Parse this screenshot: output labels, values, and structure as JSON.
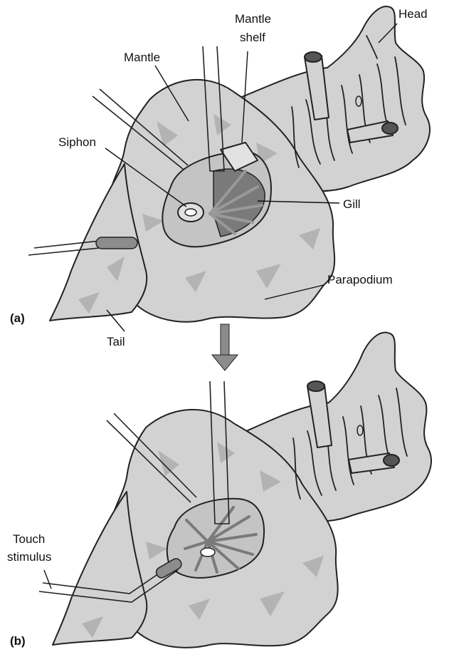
{
  "figure": {
    "panels": [
      {
        "id": "a",
        "panel_label": "(a)",
        "labels": {
          "mantle": "Mantle",
          "mantle_shelf": [
            "Mantle",
            "shelf"
          ],
          "head": "Head",
          "siphon": "Siphon",
          "gill": "Gill",
          "parapodium": "Parapodium",
          "tail": "Tail"
        }
      },
      {
        "id": "b",
        "panel_label": "(b)",
        "labels": {
          "touch_stimulus": [
            "Touch",
            "stimulus"
          ]
        }
      }
    ]
  },
  "colors": {
    "body_fill": "#d2d2d2",
    "body_dark": "#b0b0b0",
    "gill_fill": "#7a7a7a",
    "outline": "#222222",
    "arrow": "#8c8c8c"
  }
}
